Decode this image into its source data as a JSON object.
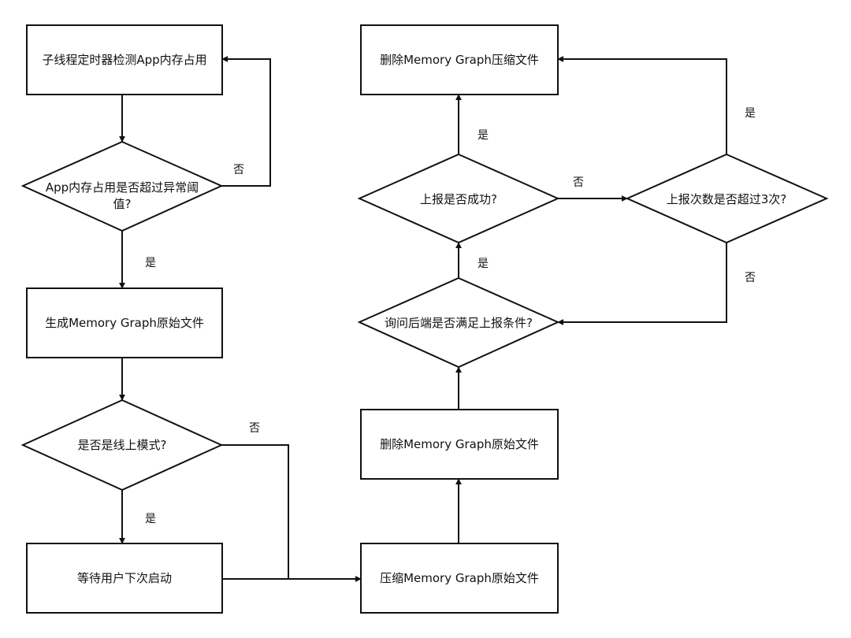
{
  "flowchart": {
    "nodes": {
      "timer_check": "子线程定时器检测App内存占用",
      "memory_exceeded": [
        "App内存占用是否超过异常阈",
        "值?"
      ],
      "generate_graph": "生成Memory Graph原始文件",
      "online_mode": "是否是线上模式?",
      "wait_launch": "等待用户下次启动",
      "compress_graph": "压缩Memory Graph原始文件",
      "delete_original": "删除Memory Graph原始文件",
      "ask_backend": "询问后端是否满足上报条件?",
      "upload_success": "上报是否成功?",
      "upload_count": "上报次数是否超过3次?",
      "delete_compressed": "删除Memory Graph压缩文件"
    },
    "edge_labels": {
      "memory_exceeded_no": "否",
      "memory_exceeded_yes": "是",
      "online_mode_no": "否",
      "online_mode_yes": "是",
      "ask_backend_yes": "是",
      "upload_success_yes": "是",
      "upload_success_no": "否",
      "upload_count_yes": "是",
      "upload_count_no": "否"
    }
  }
}
